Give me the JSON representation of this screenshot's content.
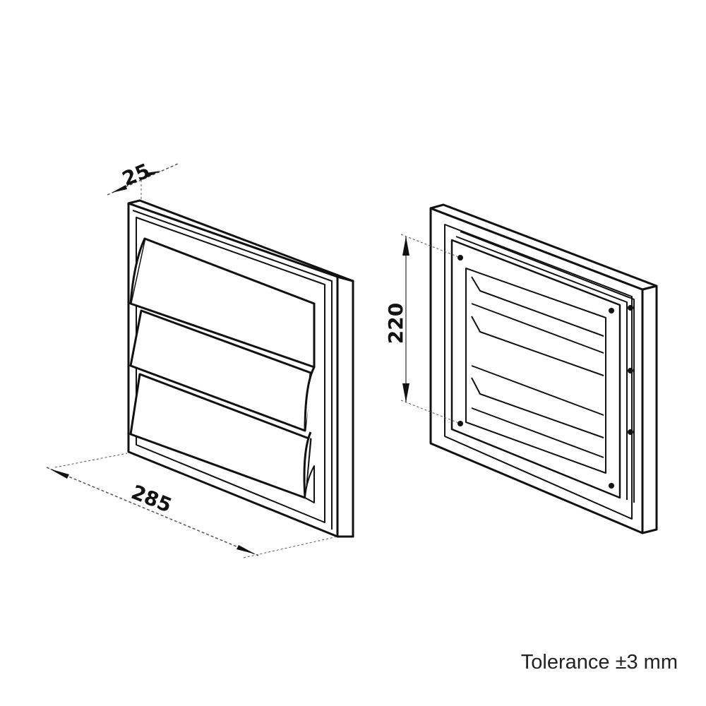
{
  "dimensions": {
    "depth": "25",
    "width": "285",
    "height": "220"
  },
  "tolerance_note": "Tolerance ±3 mm",
  "colors": {
    "line": "#111111",
    "fill": "#ffffff",
    "dimension_line": "#555555"
  }
}
